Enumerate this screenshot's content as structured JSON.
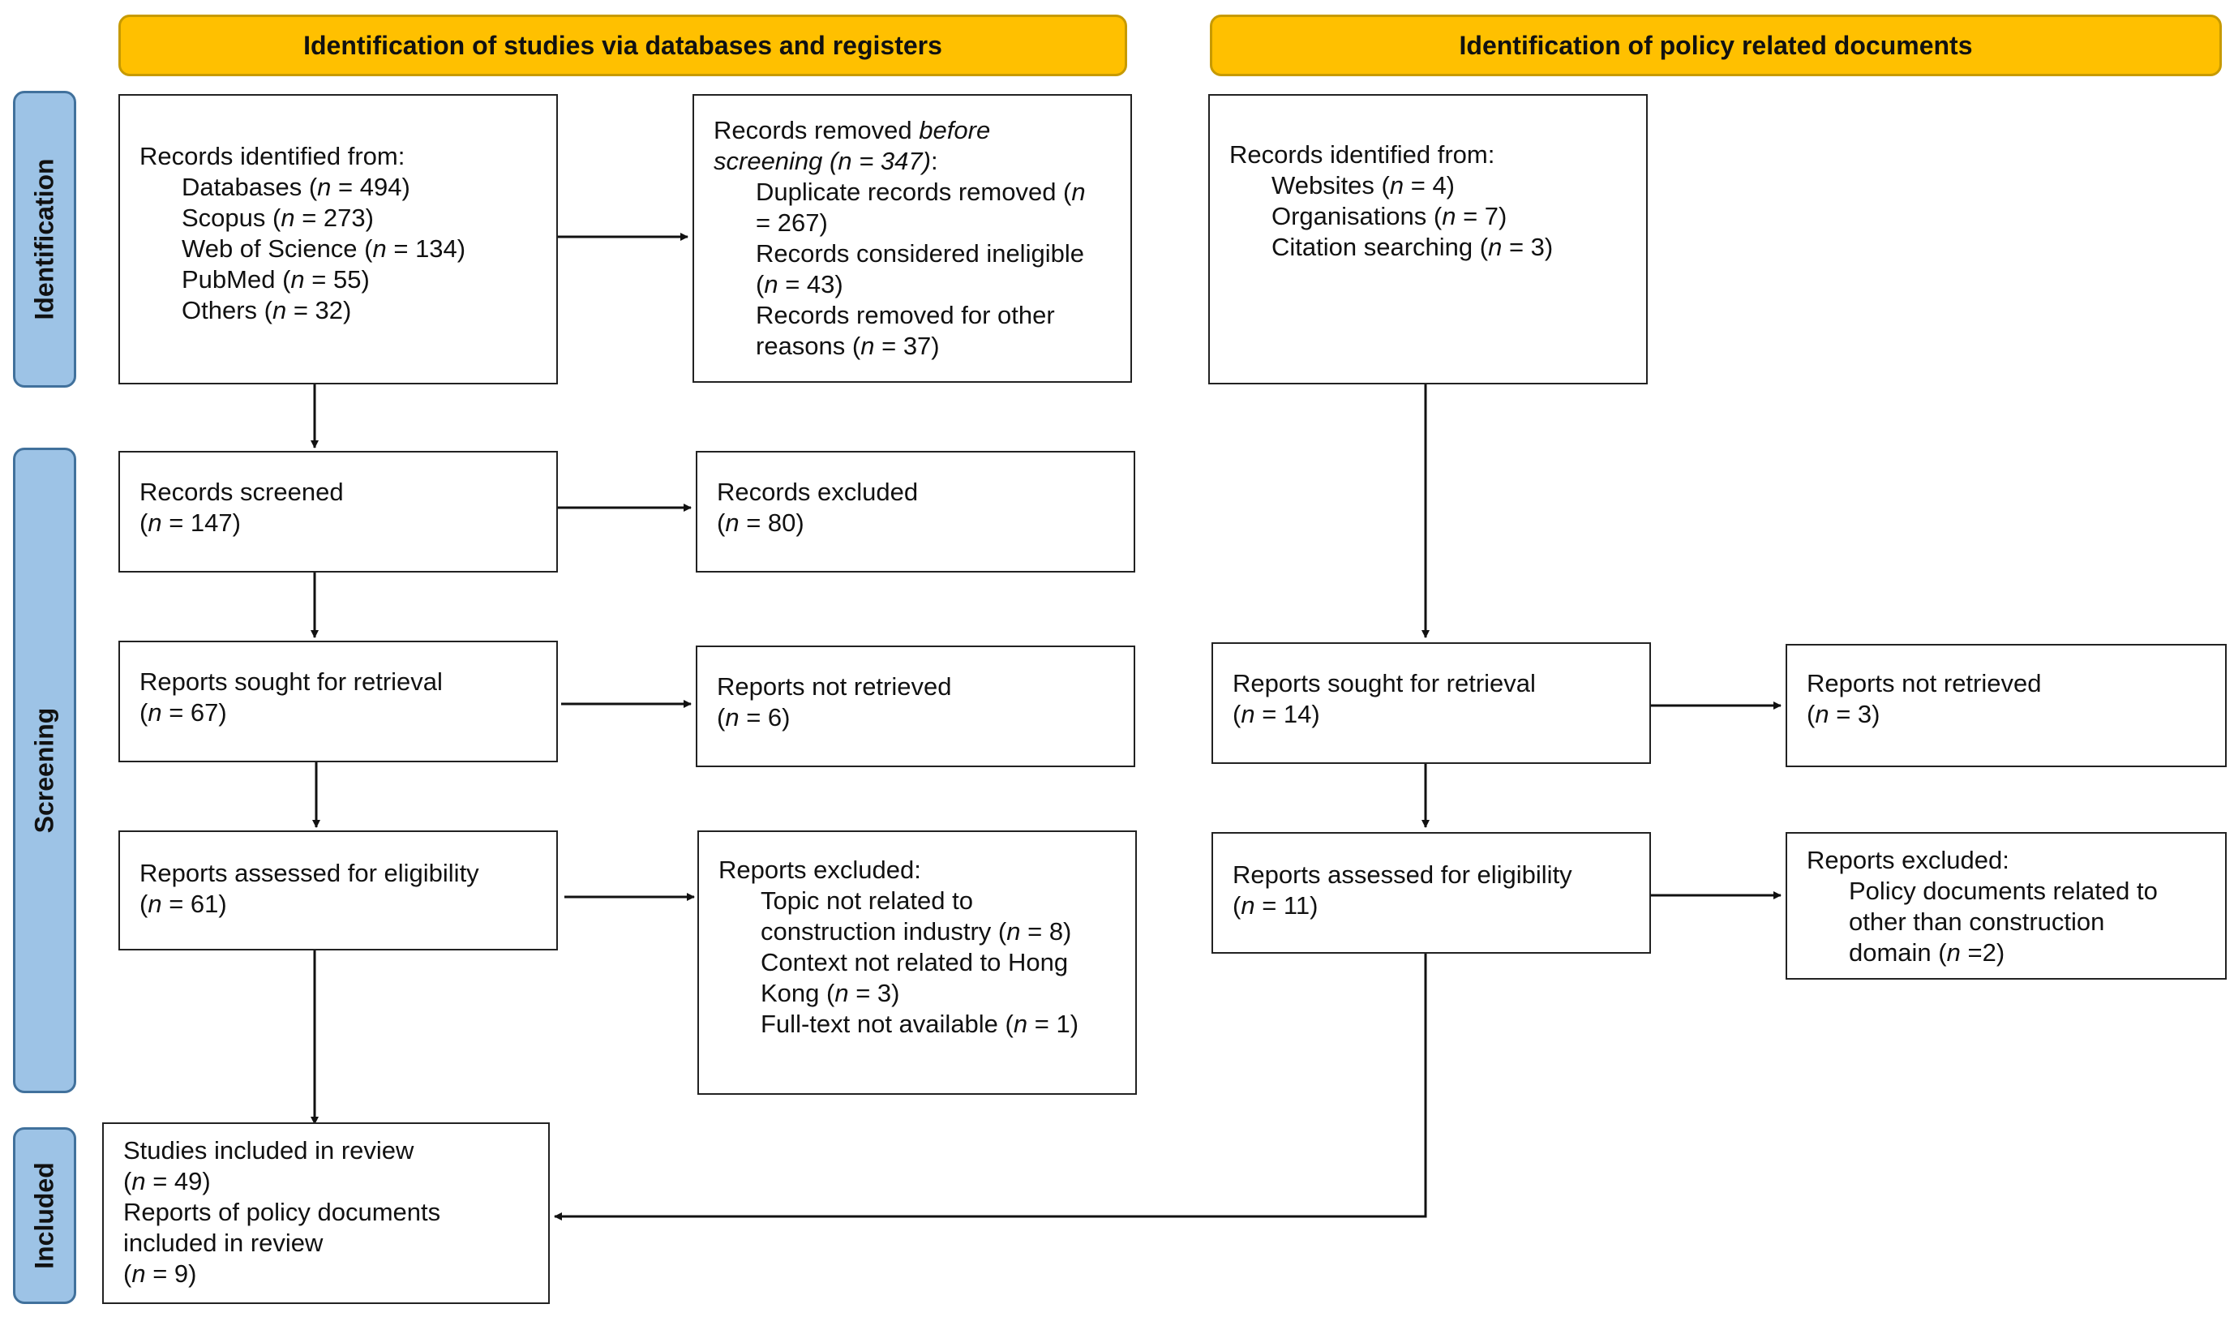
{
  "headers": {
    "left": "Identification of studies via databases and registers",
    "right": "Identification of policy related documents"
  },
  "stages": {
    "identification": "Identification",
    "screening": "Screening",
    "included": "Included"
  },
  "db": {
    "identified": {
      "title": "Records identified from:",
      "databases": "Databases (",
      "databases_n": " = 494)",
      "scopus": "Scopus (",
      "scopus_n": " = 273)",
      "wos": "Web of Science (",
      "wos_n": " = 134)",
      "pubmed": "PubMed (",
      "pubmed_n": " = 55)",
      "others": "Others (",
      "others_n": " = 32)"
    },
    "removed": {
      "title_a": "Records removed ",
      "title_b": "before",
      "title_c": "screening (n = 347)",
      "title_d": ":",
      "dup_a": "Duplicate records removed (",
      "dup_b": "= 267)",
      "inel_a": "Records considered ineligible",
      "inel_b": " = 43)",
      "other_a": "Records removed for other",
      "other_b": "reasons (",
      "other_c": " = 37)"
    },
    "screened": {
      "title": "Records screened",
      "n": " = 147)"
    },
    "excluded": {
      "title": "Records excluded",
      "n": " = 80)"
    },
    "sought": {
      "title": "Reports sought for retrieval",
      "n": " = 67)"
    },
    "not_retrieved": {
      "title": "Reports not retrieved",
      "n": " = 6)"
    },
    "assessed": {
      "title": "Reports assessed for eligibility",
      "n": " = 61)"
    },
    "reports_excluded": {
      "title": "Reports excluded:",
      "topic_a": "Topic not related to",
      "topic_b": "construction industry (",
      "topic_n": " = 8)",
      "context_a": "Context not related to Hong",
      "context_b": "Kong (",
      "context_n": " = 3)",
      "full_a": "Full-text not available (",
      "full_n": " = 1)"
    },
    "included": {
      "studies": "Studies included in review",
      "studies_n": " = 49)",
      "policy_a": "Reports of policy documents",
      "policy_b": "included in review",
      "policy_n": " = 9)"
    }
  },
  "policy": {
    "identified": {
      "title": "Records identified from:",
      "websites": "Websites (",
      "websites_n": " = 4)",
      "orgs": "Organisations (",
      "orgs_n": " = 7)",
      "citation": "Citation searching (",
      "citation_n": " = 3)"
    },
    "sought": {
      "title": "Reports sought for retrieval",
      "n": " = 14)"
    },
    "not_retrieved": {
      "title": "Reports not retrieved",
      "n": " = 3)"
    },
    "assessed": {
      "title": "Reports assessed for eligibility",
      "n": " = 11)"
    },
    "excluded": {
      "title": "Reports excluded:",
      "line1": "Policy documents related to",
      "line2": "other than construction",
      "line3": "domain (",
      "line3_n": " =2)"
    }
  },
  "n_symbol": "n",
  "open_paren": "(",
  "colors": {
    "header_fill": "#ffc000",
    "stage_fill": "#9dc3e6",
    "stage_border": "#41719c"
  }
}
